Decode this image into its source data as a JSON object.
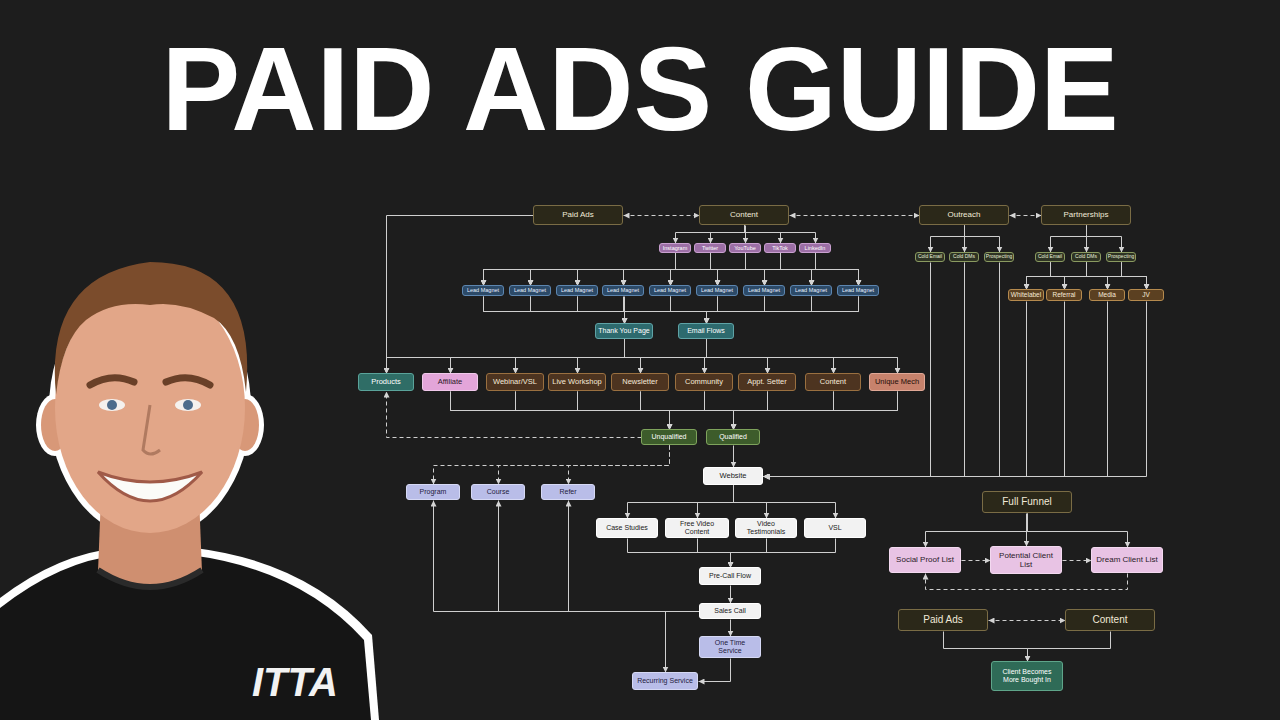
{
  "diagram": {
    "title": "PAID ADS GUIDE",
    "nodes": [
      {
        "text": [
          "Paid Ads"
        ]
      },
      {
        "text": [
          "Content"
        ]
      },
      {
        "text": [
          "Outreach"
        ]
      },
      {
        "text": [
          "Partnerships"
        ]
      },
      {
        "text": [
          "Instagram"
        ]
      },
      {
        "text": [
          "Twitter"
        ]
      },
      {
        "text": [
          "YouTube"
        ]
      },
      {
        "text": [
          "TikTok"
        ]
      },
      {
        "text": [
          "LinkedIn"
        ]
      },
      {
        "text": [
          "Cold Email"
        ]
      },
      {
        "text": [
          "Cold DMs"
        ]
      },
      {
        "text": [
          "Prospecting"
        ]
      },
      {
        "text": [
          "Cold Email"
        ]
      },
      {
        "text": [
          "Cold DMs"
        ]
      },
      {
        "text": [
          "Prospecting"
        ]
      },
      {
        "text": [
          "Lead Magnet"
        ]
      },
      {
        "text": [
          "Lead Magnet"
        ]
      },
      {
        "text": [
          "Lead Magnet"
        ]
      },
      {
        "text": [
          "Lead Magnet"
        ]
      },
      {
        "text": [
          "Lead Magnet"
        ]
      },
      {
        "text": [
          "Lead Magnet"
        ]
      },
      {
        "text": [
          "Lead Magnet"
        ]
      },
      {
        "text": [
          "Lead Magnet"
        ]
      },
      {
        "text": [
          "Lead Magnet"
        ]
      },
      {
        "text": [
          "Whitelabel"
        ]
      },
      {
        "text": [
          "Referral"
        ]
      },
      {
        "text": [
          "Media"
        ]
      },
      {
        "text": [
          "JV"
        ]
      },
      {
        "text": [
          "Thank You Page"
        ]
      },
      {
        "text": [
          "Email Flows"
        ]
      },
      {
        "text": [
          "Products"
        ]
      },
      {
        "text": [
          "Affiliate"
        ]
      },
      {
        "text": [
          "Webinar/VSL"
        ]
      },
      {
        "text": [
          "Live Workshop"
        ]
      },
      {
        "text": [
          "Newsletter"
        ]
      },
      {
        "text": [
          "Community"
        ]
      },
      {
        "text": [
          "Appt. Setter"
        ]
      },
      {
        "text": [
          "Content"
        ]
      },
      {
        "text": [
          "Unique Mech"
        ]
      },
      {
        "text": [
          "Unqualified"
        ]
      },
      {
        "text": [
          "Qualified"
        ]
      },
      {
        "text": [
          "Website"
        ]
      },
      {
        "text": [
          "Program"
        ]
      },
      {
        "text": [
          "Course"
        ]
      },
      {
        "text": [
          "Refer"
        ]
      },
      {
        "text": [
          "Full Funnel"
        ]
      },
      {
        "text": [
          "Case Studies"
        ]
      },
      {
        "text": [
          "Free Video Content"
        ]
      },
      {
        "text": [
          "Video Testimonials"
        ]
      },
      {
        "text": [
          "VSL"
        ]
      },
      {
        "text": [
          "Social Proof List"
        ]
      },
      {
        "text": [
          "Potential Client List"
        ]
      },
      {
        "text": [
          "Dream Client List"
        ]
      },
      {
        "text": [
          "Pre-Call Flow"
        ]
      },
      {
        "text": [
          "Sales Call"
        ]
      },
      {
        "text": [
          "Paid Ads"
        ]
      },
      {
        "text": [
          "Content"
        ]
      },
      {
        "text": [
          "One Time Service"
        ]
      },
      {
        "text": [
          "Client Becomes More Bought In"
        ]
      },
      {
        "text": [
          "Recurring Service"
        ]
      }
    ],
    "edges": [
      {
        "from": 0,
        "to": 1,
        "arrow": "both"
      },
      {
        "from": 1,
        "to": 2,
        "arrow": "both"
      },
      {
        "from": 2,
        "to": 3,
        "arrow": "both"
      },
      {
        "from": 1,
        "to": 4,
        "arrow": "to"
      },
      {
        "from": 1,
        "to": 5,
        "arrow": "to"
      },
      {
        "from": 1,
        "to": 6,
        "arrow": "to"
      },
      {
        "from": 1,
        "to": 7,
        "arrow": "to"
      },
      {
        "from": 1,
        "to": 8,
        "arrow": "to"
      },
      {
        "from": 2,
        "to": 9,
        "arrow": "to"
      },
      {
        "from": 2,
        "to": 10,
        "arrow": "to"
      },
      {
        "from": 2,
        "to": 11,
        "arrow": "to"
      },
      {
        "from": 3,
        "to": 12,
        "arrow": "to"
      },
      {
        "from": 3,
        "to": 13,
        "arrow": "to"
      },
      {
        "from": 3,
        "to": 14,
        "arrow": "to"
      },
      {
        "from": 4,
        "to": 15,
        "arrow": "to"
      },
      {
        "from": 4,
        "to": 16,
        "arrow": "to"
      },
      {
        "from": 4,
        "to": 17,
        "arrow": "to"
      },
      {
        "from": 4,
        "to": 18,
        "arrow": "to"
      },
      {
        "from": 4,
        "to": 19,
        "arrow": "to"
      },
      {
        "from": 4,
        "to": 20,
        "arrow": "to"
      },
      {
        "from": 4,
        "to": 21,
        "arrow": "to"
      },
      {
        "from": 4,
        "to": 22,
        "arrow": "to"
      },
      {
        "from": 4,
        "to": 23,
        "arrow": "to"
      },
      {
        "from": 5,
        "to": 15,
        "arrow": "to"
      },
      {
        "from": 5,
        "to": 16,
        "arrow": "to"
      },
      {
        "from": 5,
        "to": 17,
        "arrow": "to"
      },
      {
        "from": 5,
        "to": 18,
        "arrow": "to"
      },
      {
        "from": 5,
        "to": 19,
        "arrow": "to"
      },
      {
        "from": 5,
        "to": 20,
        "arrow": "to"
      },
      {
        "from": 5,
        "to": 21,
        "arrow": "to"
      },
      {
        "from": 5,
        "to": 22,
        "arrow": "to"
      },
      {
        "from": 5,
        "to": 23,
        "arrow": "to"
      },
      {
        "from": 6,
        "to": 15,
        "arrow": "to"
      },
      {
        "from": 6,
        "to": 16,
        "arrow": "to"
      },
      {
        "from": 6,
        "to": 17,
        "arrow": "to"
      },
      {
        "from": 6,
        "to": 18,
        "arrow": "to"
      },
      {
        "from": 6,
        "to": 19,
        "arrow": "to"
      },
      {
        "from": 6,
        "to": 20,
        "arrow": "to"
      },
      {
        "from": 6,
        "to": 21,
        "arrow": "to"
      },
      {
        "from": 6,
        "to": 22,
        "arrow": "to"
      },
      {
        "from": 6,
        "to": 23,
        "arrow": "to"
      },
      {
        "from": 7,
        "to": 15,
        "arrow": "to"
      },
      {
        "from": 7,
        "to": 16,
        "arrow": "to"
      },
      {
        "from": 7,
        "to": 17,
        "arrow": "to"
      },
      {
        "from": 7,
        "to": 18,
        "arrow": "to"
      },
      {
        "from": 7,
        "to": 19,
        "arrow": "to"
      },
      {
        "from": 7,
        "to": 20,
        "arrow": "to"
      },
      {
        "from": 7,
        "to": 21,
        "arrow": "to"
      },
      {
        "from": 7,
        "to": 22,
        "arrow": "to"
      },
      {
        "from": 7,
        "to": 23,
        "arrow": "to"
      },
      {
        "from": 8,
        "to": 15,
        "arrow": "to"
      },
      {
        "from": 8,
        "to": 16,
        "arrow": "to"
      },
      {
        "from": 8,
        "to": 17,
        "arrow": "to"
      },
      {
        "from": 8,
        "to": 18,
        "arrow": "to"
      },
      {
        "from": 8,
        "to": 19,
        "arrow": "to"
      },
      {
        "from": 8,
        "to": 20,
        "arrow": "to"
      },
      {
        "from": 8,
        "to": 21,
        "arrow": "to"
      },
      {
        "from": 8,
        "to": 22,
        "arrow": "to"
      },
      {
        "from": 8,
        "to": 23,
        "arrow": "to"
      },
      {
        "from": 12,
        "to": 24,
        "arrow": "to"
      },
      {
        "from": 12,
        "to": 25,
        "arrow": "to"
      },
      {
        "from": 12,
        "to": 26,
        "arrow": "to"
      },
      {
        "from": 12,
        "to": 27,
        "arrow": "to"
      },
      {
        "from": 13,
        "to": 24,
        "arrow": "to"
      },
      {
        "from": 13,
        "to": 25,
        "arrow": "to"
      },
      {
        "from": 13,
        "to": 26,
        "arrow": "to"
      },
      {
        "from": 13,
        "to": 27,
        "arrow": "to"
      },
      {
        "from": 14,
        "to": 24,
        "arrow": "to"
      },
      {
        "from": 14,
        "to": 25,
        "arrow": "to"
      },
      {
        "from": 14,
        "to": 26,
        "arrow": "to"
      },
      {
        "from": 14,
        "to": 27,
        "arrow": "to"
      },
      {
        "from": 15,
        "to": 28,
        "arrow": "to"
      },
      {
        "from": 15,
        "to": 29,
        "arrow": "to"
      },
      {
        "from": 16,
        "to": 28,
        "arrow": "to"
      },
      {
        "from": 16,
        "to": 29,
        "arrow": "to"
      },
      {
        "from": 17,
        "to": 28,
        "arrow": "to"
      },
      {
        "from": 17,
        "to": 29,
        "arrow": "to"
      },
      {
        "from": 18,
        "to": 28,
        "arrow": "to"
      },
      {
        "from": 18,
        "to": 29,
        "arrow": "to"
      },
      {
        "from": 19,
        "to": 28,
        "arrow": "to"
      },
      {
        "from": 19,
        "to": 29,
        "arrow": "to"
      },
      {
        "from": 20,
        "to": 28,
        "arrow": "to"
      },
      {
        "from": 20,
        "to": 29,
        "arrow": "to"
      },
      {
        "from": 21,
        "to": 28,
        "arrow": "to"
      },
      {
        "from": 21,
        "to": 29,
        "arrow": "to"
      },
      {
        "from": 22,
        "to": 28,
        "arrow": "to"
      },
      {
        "from": 22,
        "to": 29,
        "arrow": "to"
      },
      {
        "from": 23,
        "to": 28,
        "arrow": "to"
      },
      {
        "from": 23,
        "to": 29,
        "arrow": "to"
      },
      {
        "from": 28,
        "to": 30,
        "arrow": "to"
      },
      {
        "from": 28,
        "to": 31,
        "arrow": "to"
      },
      {
        "from": 28,
        "to": 32,
        "arrow": "to"
      },
      {
        "from": 28,
        "to": 33,
        "arrow": "to"
      },
      {
        "from": 28,
        "to": 34,
        "arrow": "to"
      },
      {
        "from": 28,
        "to": 35,
        "arrow": "to"
      },
      {
        "from": 28,
        "to": 36,
        "arrow": "to"
      },
      {
        "from": 28,
        "to": 37,
        "arrow": "to"
      },
      {
        "from": 28,
        "to": 38,
        "arrow": "to"
      },
      {
        "from": 29,
        "to": 30,
        "arrow": "to"
      },
      {
        "from": 29,
        "to": 31,
        "arrow": "to"
      },
      {
        "from": 29,
        "to": 32,
        "arrow": "to"
      },
      {
        "from": 29,
        "to": 33,
        "arrow": "to"
      },
      {
        "from": 29,
        "to": 34,
        "arrow": "to"
      },
      {
        "from": 29,
        "to": 35,
        "arrow": "to"
      },
      {
        "from": 29,
        "to": 36,
        "arrow": "to"
      },
      {
        "from": 29,
        "to": 37,
        "arrow": "to"
      },
      {
        "from": 29,
        "to": 38,
        "arrow": "to"
      },
      {
        "from": 0,
        "to": 30,
        "arrow": "to"
      },
      {
        "from": 31,
        "to": 39,
        "arrow": "to"
      },
      {
        "from": 31,
        "to": 40,
        "arrow": "to"
      },
      {
        "from": 32,
        "to": 39,
        "arrow": "to"
      },
      {
        "from": 32,
        "to": 40,
        "arrow": "to"
      },
      {
        "from": 33,
        "to": 39,
        "arrow": "to"
      },
      {
        "from": 33,
        "to": 40,
        "arrow": "to"
      },
      {
        "from": 34,
        "to": 39,
        "arrow": "to"
      },
      {
        "from": 34,
        "to": 40,
        "arrow": "to"
      },
      {
        "from": 35,
        "to": 39,
        "arrow": "to"
      },
      {
        "from": 35,
        "to": 40,
        "arrow": "to"
      },
      {
        "from": 36,
        "to": 39,
        "arrow": "to"
      },
      {
        "from": 36,
        "to": 40,
        "arrow": "to"
      },
      {
        "from": 37,
        "to": 39,
        "arrow": "to"
      },
      {
        "from": 37,
        "to": 40,
        "arrow": "to"
      },
      {
        "from": 38,
        "to": 39,
        "arrow": "to"
      },
      {
        "from": 38,
        "to": 40,
        "arrow": "to"
      },
      {
        "from": 39,
        "to": 30,
        "arrow": "to"
      },
      {
        "from": 39,
        "to": 42,
        "arrow": "to"
      },
      {
        "from": 39,
        "to": 43,
        "arrow": "to"
      },
      {
        "from": 39,
        "to": 44,
        "arrow": "to"
      },
      {
        "from": 40,
        "to": 41,
        "arrow": "to"
      },
      {
        "from": 9,
        "to": 41,
        "arrow": "to"
      },
      {
        "from": 10,
        "to": 41,
        "arrow": "to"
      },
      {
        "from": 11,
        "to": 41,
        "arrow": "to"
      },
      {
        "from": 24,
        "to": 41,
        "arrow": "to"
      },
      {
        "from": 25,
        "to": 41,
        "arrow": "to"
      },
      {
        "from": 26,
        "to": 41,
        "arrow": "to"
      },
      {
        "from": 27,
        "to": 41,
        "arrow": "to"
      },
      {
        "from": 41,
        "to": 46,
        "arrow": "to"
      },
      {
        "from": 41,
        "to": 47,
        "arrow": "to"
      },
      {
        "from": 41,
        "to": 48,
        "arrow": "to"
      },
      {
        "from": 41,
        "to": 49,
        "arrow": "to"
      },
      {
        "from": 46,
        "to": 53,
        "arrow": "to"
      },
      {
        "from": 47,
        "to": 53,
        "arrow": "to"
      },
      {
        "from": 48,
        "to": 53,
        "arrow": "to"
      },
      {
        "from": 49,
        "to": 53,
        "arrow": "to"
      },
      {
        "from": 53,
        "to": 54,
        "arrow": "to"
      },
      {
        "from": 54,
        "to": 57,
        "arrow": "to"
      },
      {
        "from": 54,
        "to": 42,
        "arrow": "to"
      },
      {
        "from": 54,
        "to": 43,
        "arrow": "to"
      },
      {
        "from": 54,
        "to": 44,
        "arrow": "to"
      },
      {
        "from": 54,
        "to": 59,
        "arrow": "to"
      },
      {
        "from": 57,
        "to": 59,
        "arrow": "to"
      },
      {
        "from": 45,
        "to": 50,
        "arrow": "to"
      },
      {
        "from": 45,
        "to": 51,
        "arrow": "to"
      },
      {
        "from": 45,
        "to": 52,
        "arrow": "to"
      },
      {
        "from": 50,
        "to": 51,
        "arrow": "to"
      },
      {
        "from": 51,
        "to": 52,
        "arrow": "to"
      },
      {
        "from": 52,
        "to": 50,
        "arrow": "to"
      },
      {
        "from": 55,
        "to": 56,
        "arrow": "both"
      },
      {
        "from": 55,
        "to": 58,
        "arrow": "to"
      },
      {
        "from": 56,
        "to": 58,
        "arrow": "to"
      }
    ],
    "labels": [
      "ITTA"
    ]
  }
}
